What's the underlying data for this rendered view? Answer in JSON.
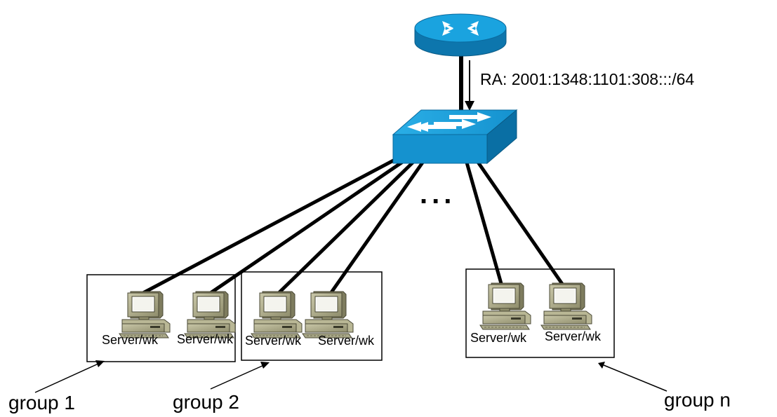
{
  "router": {
    "icon": "router-icon"
  },
  "switch": {
    "icon": "switch-icon"
  },
  "ra_label": "RA:  2001:1348:1101:308:::/64",
  "ellipsis": "...",
  "groups": [
    {
      "label": "group 1",
      "computers": [
        "Server/wk",
        "Server/wk"
      ]
    },
    {
      "label": "group 2",
      "computers": [
        "Server/wk",
        "Server/wk"
      ]
    },
    {
      "label": "group n",
      "computers": [
        "Server/wk",
        "Server/wk"
      ]
    }
  ],
  "colors": {
    "device_blue": "#1a9ad6",
    "device_blue_dark": "#0a6a9e",
    "computer_body": "#a9a888",
    "link": "#000000"
  }
}
